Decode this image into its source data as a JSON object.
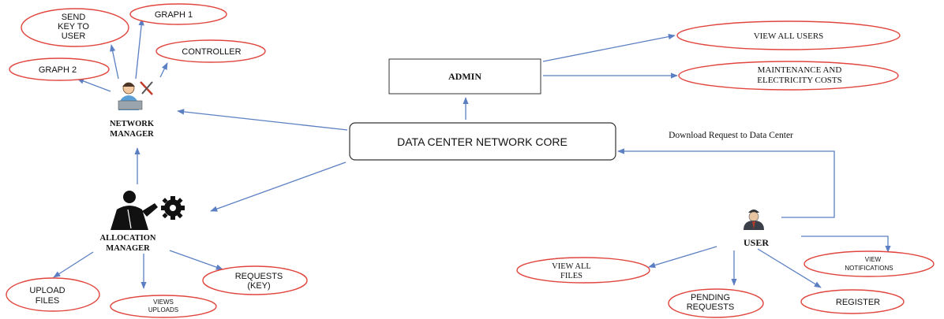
{
  "core": {
    "label": "DATA CENTER NETWORK CORE"
  },
  "admin": {
    "label": "ADMIN"
  },
  "admin_items": {
    "view_all_users": "VIEW ALL USERS",
    "maintenance_line1": "MAINTENANCE AND",
    "maintenance_line2": "ELECTRICITY COSTS"
  },
  "network_manager": {
    "label_line1": "NETWORK",
    "label_line2": "MANAGER",
    "items": {
      "send_key_line1": "SEND",
      "send_key_line2": "KEY TO",
      "send_key_line3": "USER",
      "graph1": "GRAPH 1",
      "graph2": "GRAPH 2",
      "controller": "CONTROLLER"
    }
  },
  "allocation_manager": {
    "label_line1": "ALLOCATION",
    "label_line2": "MANAGER",
    "items": {
      "upload_line1": "UPLOAD",
      "upload_line2": "FILES",
      "views_line1": "VIEWS",
      "views_line2": "UPLOADS",
      "requests_line1": "REQUESTS",
      "requests_line2": "(KEY)"
    }
  },
  "user": {
    "label": "USER",
    "download_request": "Download Request to Data Center",
    "items": {
      "view_all_files_line1": "VIEW ALL",
      "view_all_files_line2": "FILES",
      "pending_line1": "PENDING",
      "pending_line2": "REQUESTS",
      "register": "REGISTER",
      "view_notif_line1": "VIEW",
      "view_notif_line2": "NOTIFICATIONS"
    }
  },
  "colors": {
    "ellipse_stroke": "#e0463e",
    "arrow": "#5b7fc2",
    "text": "#111111"
  },
  "icons": {
    "network_manager": "network-engineer-icon",
    "allocation_manager": "businessman-gear-icon",
    "user": "user-person-icon"
  }
}
